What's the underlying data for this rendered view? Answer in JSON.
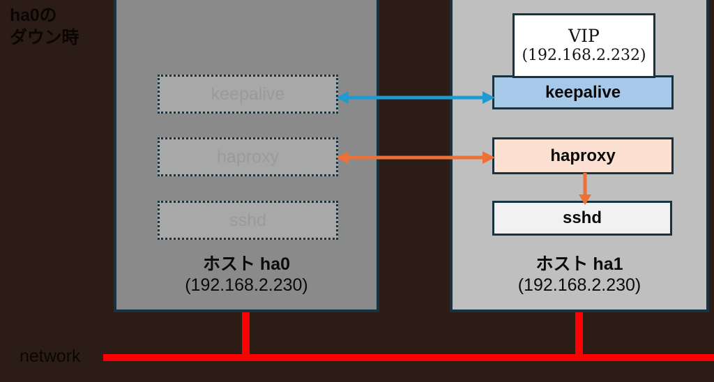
{
  "diagram": {
    "title_lines": [
      "ha0の",
      "ダウン時"
    ],
    "background_color": "#2b1d16",
    "network": {
      "label": "network",
      "line_color": "#fe0000"
    },
    "hosts": [
      {
        "id": "ha0",
        "state": "down",
        "panel_color": "#8a8a8a",
        "border_color": "#16333f",
        "name": "ホスト ha0",
        "address": "(192.168.2.230)",
        "services": [
          {
            "label": "keepalive",
            "state": "down"
          },
          {
            "label": "haproxy",
            "state": "down"
          },
          {
            "label": "sshd",
            "state": "down"
          }
        ]
      },
      {
        "id": "ha1",
        "state": "up",
        "panel_color": "#bfbfbf",
        "border_color": "#16333f",
        "name": "ホスト ha1",
        "address": "(192.168.2.230)",
        "vip": {
          "label": "VIP",
          "address": "(192.168.2.232)"
        },
        "services": [
          {
            "label": "keepalive",
            "state": "up",
            "color": "#a7c9e9"
          },
          {
            "label": "haproxy",
            "state": "up",
            "color": "#fce0d2"
          },
          {
            "label": "sshd",
            "state": "up",
            "color": "#f1f1f1"
          }
        ]
      }
    ],
    "connections": [
      {
        "from": "ha0.keepalive",
        "to": "ha1.keepalive",
        "color": "#1f9bd1",
        "direction": "bidirectional"
      },
      {
        "from": "ha0.haproxy",
        "to": "ha1.haproxy",
        "color": "#ed7136",
        "direction": "bidirectional"
      },
      {
        "from": "ha1.haproxy",
        "to": "ha1.sshd",
        "color": "#ed7136",
        "direction": "down"
      }
    ]
  }
}
